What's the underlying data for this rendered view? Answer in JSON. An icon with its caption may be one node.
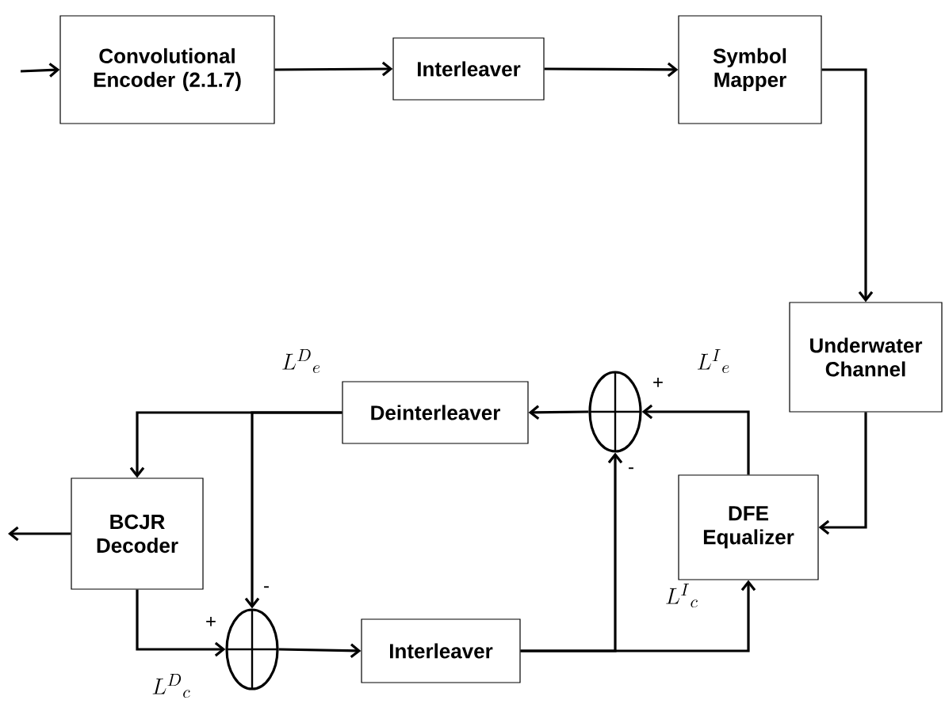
{
  "diagram": {
    "nodes": [
      {
        "text": [
          "Convolutional Encoder (2.1.7)"
        ]
      },
      {
        "text": [
          "Interleaver"
        ]
      },
      {
        "text": [
          "Symbol Mapper"
        ]
      },
      {
        "text": [
          "Underwater Channel"
        ]
      },
      {
        "text": [
          "Deinterleaver"
        ]
      },
      {
        "text": [],
        "shape": "circle",
        "beside": [
          "+",
          "-"
        ]
      },
      {
        "text": [
          "DFE Equalizer"
        ]
      },
      {
        "text": [
          "BCJR Decoder"
        ]
      },
      {
        "text": [],
        "shape": "circle",
        "beside": [
          "-",
          "+"
        ]
      },
      {
        "text": [
          "Interleaver"
        ]
      }
    ],
    "edges": [
      {
        "from": null,
        "to": 0,
        "arrow": "to"
      },
      {
        "from": 0,
        "to": 1,
        "arrow": "to"
      },
      {
        "from": 1,
        "to": 2,
        "arrow": "to"
      },
      {
        "from": 2,
        "to": 3,
        "arrow": "to"
      },
      {
        "from": 3,
        "to": 6,
        "arrow": "to"
      },
      {
        "from": 6,
        "to": 5,
        "arrow": "to",
        "label": "L^{I}{}_{e}"
      },
      {
        "from": 5,
        "to": 4,
        "arrow": "to"
      },
      {
        "from": 4,
        "to": 7,
        "arrow": "to",
        "label": "L^{D}{}_{e}"
      },
      {
        "from": 4,
        "to": 8,
        "arrow": "to"
      },
      {
        "from": 7,
        "to": 8,
        "arrow": "to",
        "label": "L^{D}{}_{c}"
      },
      {
        "from": 8,
        "to": 9,
        "arrow": "to"
      },
      {
        "from": 9,
        "to": 6,
        "arrow": "to",
        "label": "L^{I}{}_{c}"
      },
      {
        "from": 9,
        "to": 5,
        "arrow": "to"
      },
      {
        "from": 7,
        "to": null,
        "arrow": "to"
      }
    ]
  }
}
